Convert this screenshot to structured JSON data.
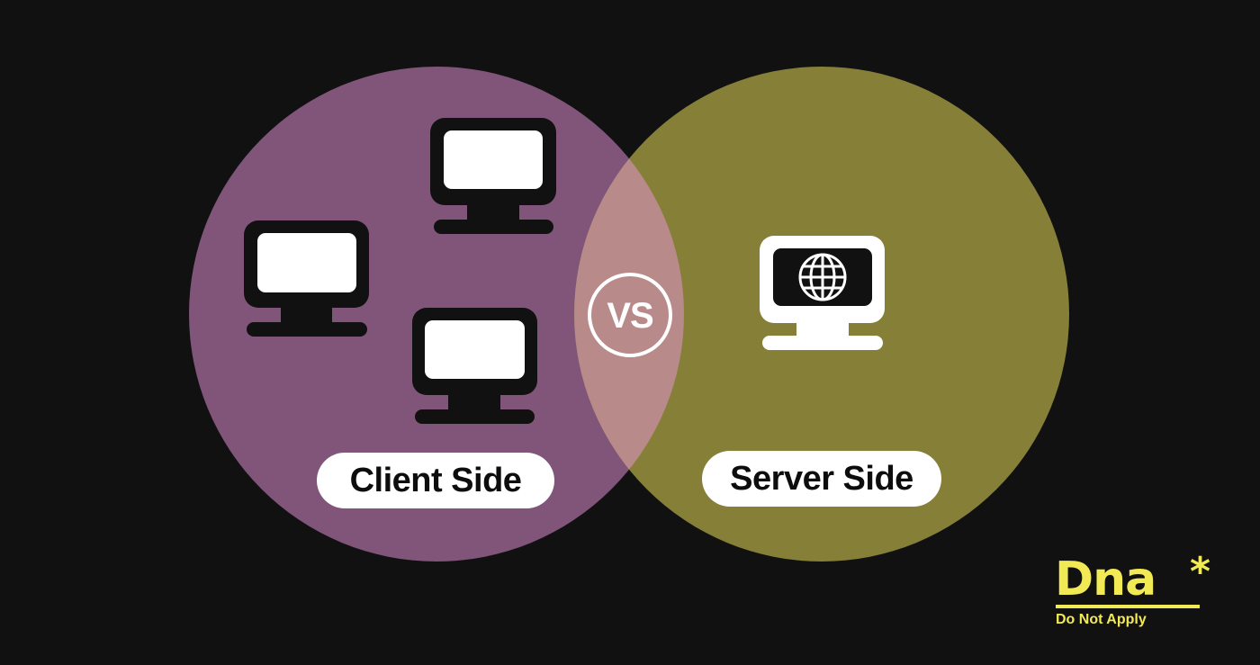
{
  "diagram": {
    "type": "venn-comparison",
    "background_color": "#111111",
    "left": {
      "label": "Client Side",
      "circle_color": "#805579",
      "icon": "monitor-icon",
      "icon_count": 3
    },
    "right": {
      "label": "Server Side",
      "circle_color": "#857f38",
      "icon": "monitor-globe-icon",
      "icon_count": 1
    },
    "overlap": {
      "label": "VS",
      "color": "#b88a8a"
    }
  },
  "logo": {
    "wordmark": "Dna",
    "star": "*",
    "tagline": "Do Not Apply",
    "color": "#f1ea55"
  }
}
